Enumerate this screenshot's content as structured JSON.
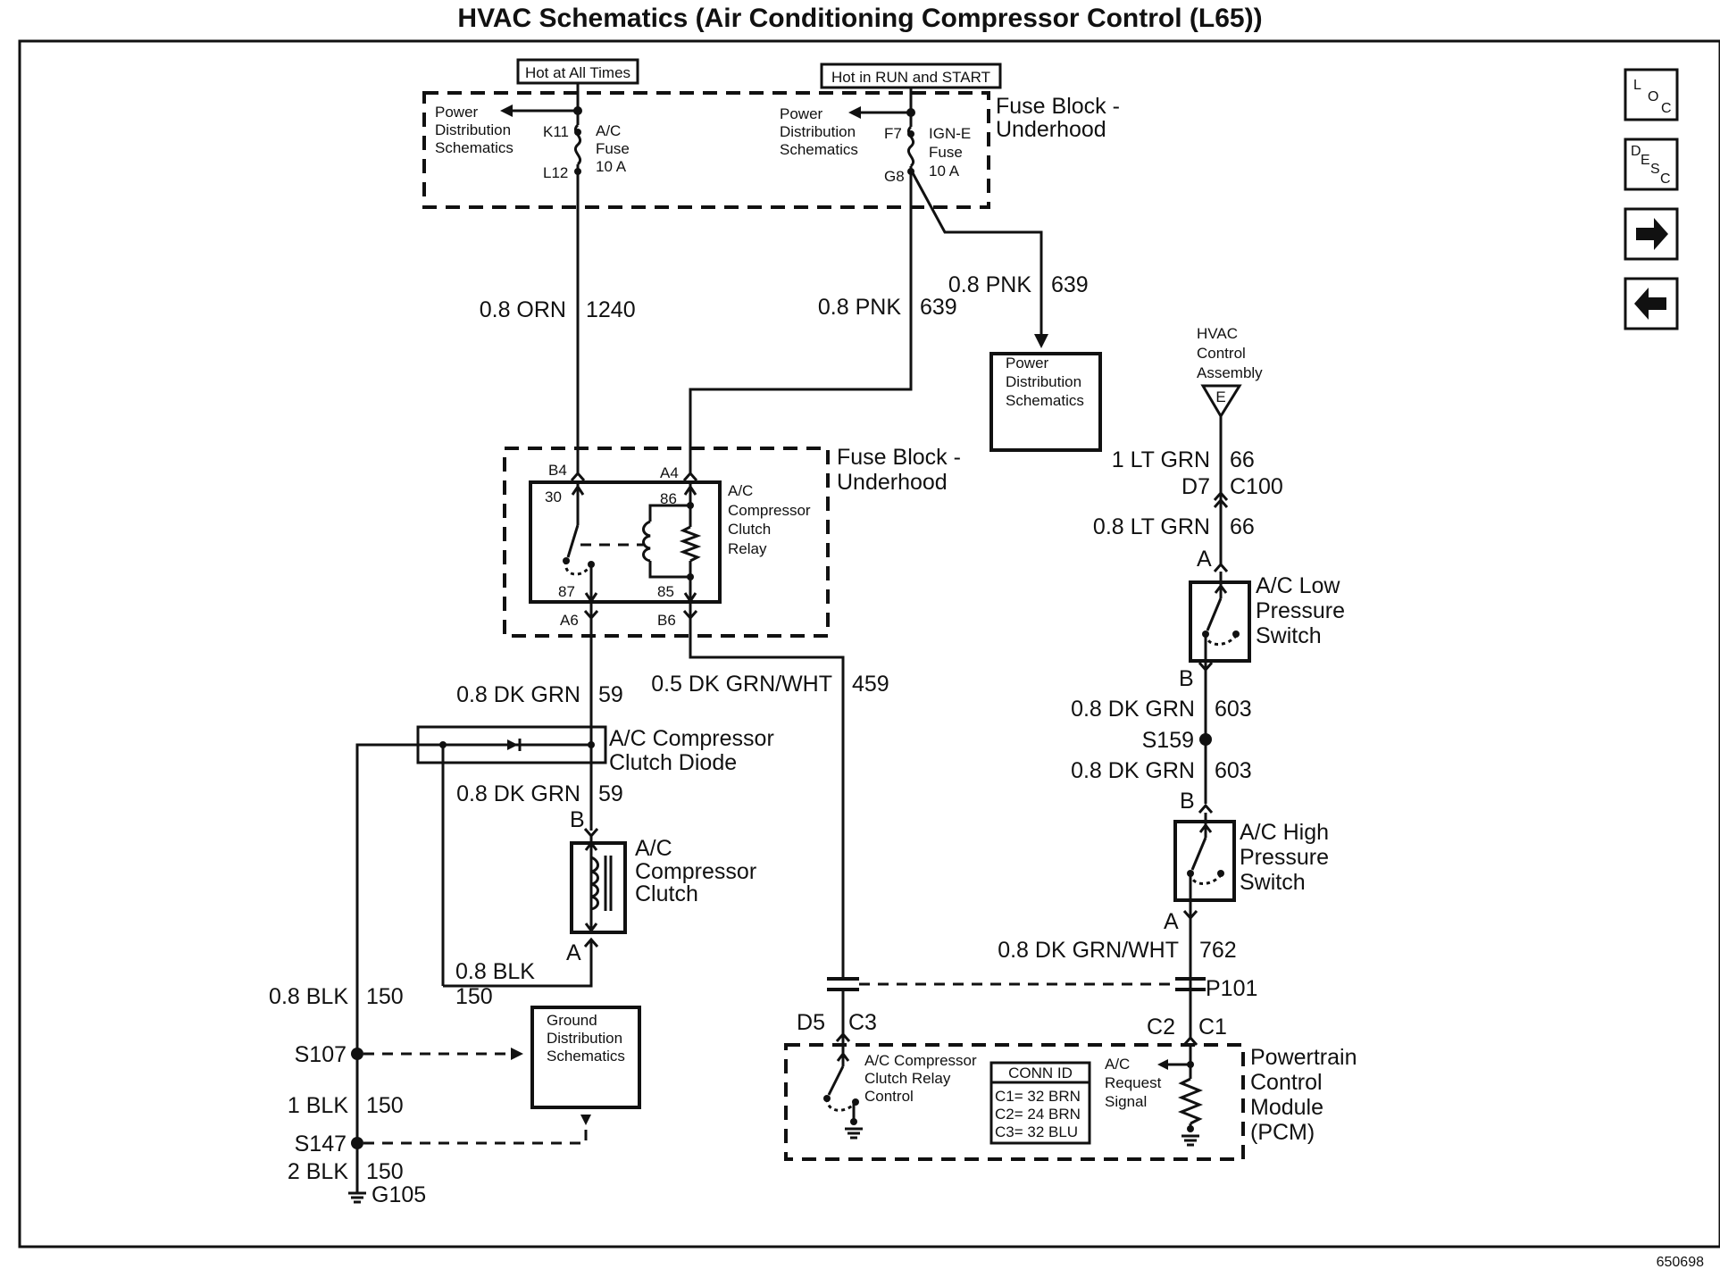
{
  "title": "HVAC Schematics (Air Conditioning Compressor Control (L65))",
  "figure_number": "650698",
  "nav": {
    "loc": [
      "L",
      "O",
      "C"
    ],
    "desc": [
      "D",
      "E",
      "S",
      "C"
    ]
  },
  "power_sources": {
    "hot_all_times": "Hot at All Times",
    "hot_run_start": "Hot in RUN and START"
  },
  "fuse_block_top": {
    "label_l1": "Fuse Block -",
    "label_l2": "Underhood",
    "pds_left": [
      "Power",
      "Distribution",
      "Schematics"
    ],
    "pds_right": [
      "Power",
      "Distribution",
      "Schematics"
    ],
    "ac_fuse": {
      "pin_in": "K11",
      "pin_out": "L12",
      "name_l1": "A/C",
      "name_l2": "Fuse",
      "rating": "10 A"
    },
    "ign_fuse": {
      "pin_in": "F7",
      "pin_out": "G8",
      "name_l1": "IGN-E",
      "name_l2": "Fuse",
      "rating": "10 A"
    }
  },
  "wires": {
    "w1240": {
      "gauge": "0.8 ORN",
      "circuit": "1240"
    },
    "w639a": {
      "gauge": "0.8 PNK",
      "circuit": "639"
    },
    "w639b": {
      "gauge": "0.8 PNK",
      "circuit": "639"
    },
    "w59a": {
      "gauge": "0.8 DK GRN",
      "circuit": "59"
    },
    "w59b": {
      "gauge": "0.8 DK GRN",
      "circuit": "59"
    },
    "w459": {
      "gauge": "0.5 DK GRN/WHT",
      "circuit": "459"
    },
    "w66a": {
      "gauge": "1 LT GRN",
      "circuit": "66"
    },
    "w66b": {
      "gauge": "0.8 LT GRN",
      "circuit": "66"
    },
    "w603a": {
      "gauge": "0.8 DK GRN",
      "circuit": "603"
    },
    "w603b": {
      "gauge": "0.8 DK GRN",
      "circuit": "603"
    },
    "w762": {
      "gauge": "0.8 DK GRN/WHT",
      "circuit": "762"
    },
    "w150a": {
      "gauge": "0.8 BLK",
      "circuit": "150"
    },
    "w150b": {
      "gauge": "0.8 BLK",
      "circuit": "150"
    },
    "w150c": {
      "gauge": "1 BLK",
      "circuit": "150"
    },
    "w150d": {
      "gauge": "2 BLK",
      "circuit": "150"
    }
  },
  "pds_box": [
    "Power",
    "Distribution",
    "Schematics"
  ],
  "hvac_control": {
    "label": [
      "HVAC",
      "Control",
      "Assembly"
    ],
    "pin": "E"
  },
  "connector_c100": {
    "pin": "D7",
    "name": "C100"
  },
  "fuse_block_relay": {
    "label_l1": "Fuse Block -",
    "label_l2": "Underhood",
    "pins": {
      "b4": "B4",
      "a4": "A4",
      "a6": "A6",
      "b6": "B6"
    },
    "relay_name": [
      "A/C",
      "Compressor",
      "Clutch",
      "Relay"
    ],
    "relay_pins": {
      "p30": "30",
      "p86": "86",
      "p87": "87",
      "p85": "85"
    }
  },
  "low_pressure_switch": {
    "name": [
      "A/C Low",
      "Pressure",
      "Switch"
    ],
    "pin_top": "A",
    "pin_bottom": "B"
  },
  "high_pressure_switch": {
    "name": [
      "A/C High",
      "Pressure",
      "Switch"
    ],
    "pin_top": "B",
    "pin_bottom": "A"
  },
  "splice_s159": "S159",
  "diode": [
    "A/C Compressor",
    "Clutch Diode"
  ],
  "clutch": {
    "name": [
      "A/C",
      "Compressor",
      "Clutch"
    ],
    "pin_top": "B",
    "pin_bottom": "A"
  },
  "ground_ds": [
    "Ground",
    "Distribution",
    "Schematics"
  ],
  "splices": {
    "s107": "S107",
    "s147": "S147"
  },
  "ground_g105": "G105",
  "connector_p101": "P101",
  "pcm_pins": {
    "d5": "D5",
    "c3": "C3",
    "c2": "C2",
    "c1": "C1"
  },
  "pcm": {
    "name": [
      "Powertrain",
      "Control",
      "Module",
      "(PCM)"
    ],
    "relay_ctrl": [
      "A/C Compressor",
      "Clutch Relay",
      "Control"
    ],
    "request": [
      "A/C",
      "Request",
      "Signal"
    ],
    "conn_id_title": "CONN ID",
    "conn_id_rows": [
      "C1= 32 BRN",
      "C2= 24 BRN",
      "C3= 32 BLU"
    ]
  }
}
